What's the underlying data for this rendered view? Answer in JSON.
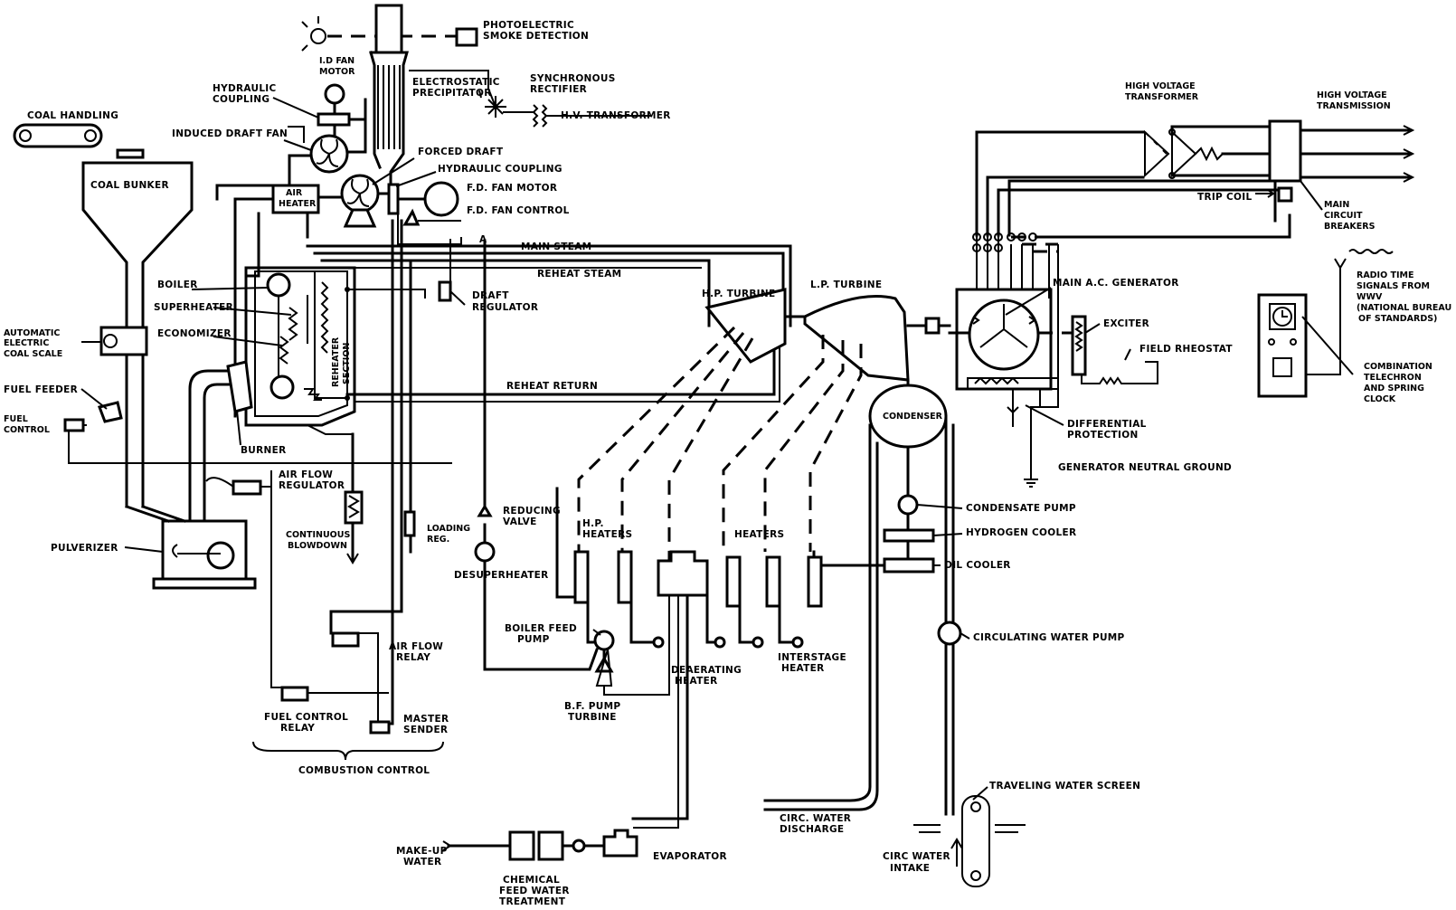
{
  "labels": {
    "photoelectric": [
      "PHOTOELECTRIC",
      "SMOKE DETECTION"
    ],
    "id_fan_motor": [
      "I.D FAN",
      "MOTOR"
    ],
    "hydraulic_coupling_top": [
      "HYDRAULIC",
      "COUPLING"
    ],
    "precipitator": [
      "ELECTROSTATIC",
      "PRECIPITATOR"
    ],
    "sync_rectifier": [
      "SYNCHRONOUS",
      "RECTIFIER"
    ],
    "hv_transformer_small": "H.V. TRANSFORMER",
    "coal_handling": "COAL HANDLING",
    "induced_draft_fan": "INDUCED DRAFT FAN",
    "forced_draft": "FORCED DRAFT",
    "hydraulic_coupling_fd": "HYDRAULIC COUPLING",
    "coal_bunker": "COAL BUNKER",
    "air_heater": [
      "AIR",
      "HEATER"
    ],
    "fd_fan_motor": "F.D. FAN MOTOR",
    "fd_fan_control": "F.D. FAN CONTROL",
    "point_a": "A",
    "main_steam": "MAIN STEAM",
    "reheat_steam": "REHEAT STEAM",
    "boiler": "BOILER",
    "superheater": "SUPERHEATER",
    "economizer": "ECONOMIZER",
    "reheater_section": [
      "REHEATER",
      "SECTION"
    ],
    "draft_regulator": [
      "DRAFT",
      "REGULATOR"
    ],
    "hp_turbine": "H.P. TURBINE",
    "lp_turbine": "L.P. TURBINE",
    "auto_coal_scale": [
      "AUTOMATIC",
      "ELECTRIC",
      "COAL SCALE"
    ],
    "fuel_feeder": "FUEL FEEDER",
    "fuel_control": [
      "FUEL",
      "CONTROL"
    ],
    "reheat_return": "REHEAT RETURN",
    "burner": "BURNER",
    "air_flow_regulator": [
      "AIR FLOW",
      "REGULATOR"
    ],
    "pulverizer": "PULVERIZER",
    "continuous_blowdown": [
      "CONTINUOUS",
      "BLOWDOWN"
    ],
    "loading_reg": [
      "LOADING",
      "REG."
    ],
    "reducing_valve": [
      "REDUCING",
      "VALVE"
    ],
    "hp_heaters": [
      "H.P.",
      "HEATERS"
    ],
    "heaters": "HEATERS",
    "desuperheater": "DESUPERHEATER",
    "boiler_feed_pump": [
      "BOILER FEED",
      "PUMP"
    ],
    "deaerating_heater": [
      "DEAERATING",
      "HEATER"
    ],
    "interstage_heater": [
      "INTERSTAGE",
      "HEATER"
    ],
    "bf_pump_turbine": [
      "B.F. PUMP",
      "TURBINE"
    ],
    "air_flow_relay": [
      "AIR FLOW",
      "RELAY"
    ],
    "fuel_control_relay": [
      "FUEL CONTROL",
      "RELAY"
    ],
    "master_sender": [
      "MASTER",
      "SENDER"
    ],
    "combustion_control": "COMBUSTION CONTROL",
    "condenser": "CONDENSER",
    "condensate_pump": "CONDENSATE PUMP",
    "hydrogen_cooler": "HYDROGEN COOLER",
    "oil_cooler": "OIL COOLER",
    "circ_water_pump": "CIRCULATING WATER PUMP",
    "circ_water_discharge": [
      "CIRC. WATER",
      "DISCHARGE"
    ],
    "traveling_water_screen": "TRAVELING WATER SCREEN",
    "circ_water_intake": [
      "CIRC WATER",
      "INTAKE"
    ],
    "make_up_water": [
      "MAKE-UP",
      "WATER"
    ],
    "chemical_feed": [
      "CHEMICAL",
      "FEED WATER",
      "TREATMENT"
    ],
    "evaporator": "EVAPORATOR",
    "hv_transformer": [
      "HIGH VOLTAGE",
      "TRANSFORMER"
    ],
    "hv_transmission": [
      "HIGH VOLTAGE",
      "TRANSMISSION"
    ],
    "trip_coil": "TRIP COIL",
    "main_circuit_breakers": [
      "MAIN",
      "CIRCUIT",
      "BREAKERS"
    ],
    "main_ac_generator": "MAIN A.C. GENERATOR",
    "exciter": "EXCITER",
    "field_rheostat": "FIELD RHEOSTAT",
    "radio_time": [
      "RADIO TIME",
      "SIGNALS FROM",
      "WWV",
      "(NATIONAL BUREAU",
      "OF STANDARDS)"
    ],
    "differential_protection": [
      "DIFFERENTIAL",
      "PROTECTION"
    ],
    "generator_neutral_ground": "GENERATOR NEUTRAL GROUND",
    "combination_clock": [
      "COMBINATION",
      "TELECHRON",
      "AND SPRING",
      "CLOCK"
    ]
  }
}
